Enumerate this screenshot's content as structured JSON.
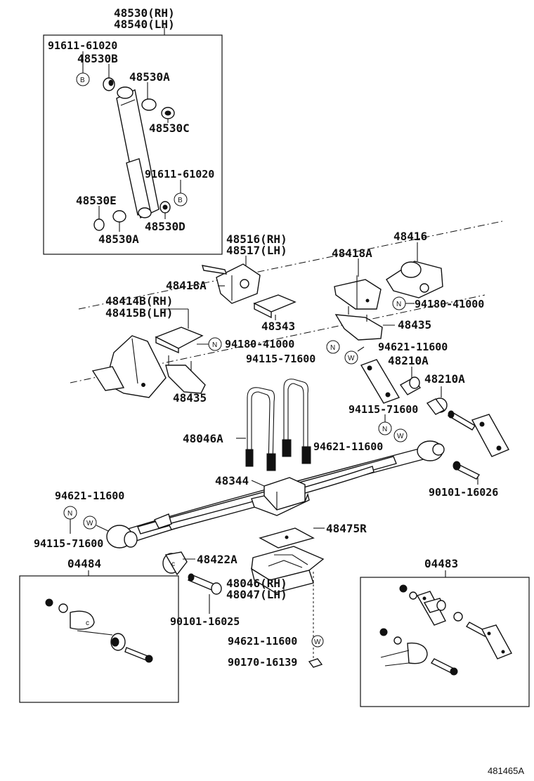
{
  "labels": {
    "p48530_rh": "48530(RH)",
    "p48540_lh": "48540(LH)",
    "p91611_top": "91611-61020",
    "p48530b": "48530B",
    "p48530a_top": "48530A",
    "p48530c": "48530C",
    "p91611_mid": "91611-61020",
    "p48530e": "48530E",
    "p48530d": "48530D",
    "p48530a_bot": "48530A",
    "p48516_rh": "48516(RH)",
    "p48517_lh": "48517(LH)",
    "p48416": "48416",
    "p48418a_right": "48418A",
    "p48418a_left": "48418A",
    "p94180_right": "94180-41000",
    "p48414b_rh": "48414B(RH)",
    "p48415b_lh": "48415B(LH)",
    "p48343": "48343",
    "p48435_right": "48435",
    "p94180_mid": "94180-41000",
    "p94621_mid": "94621-11600",
    "p94115_mid": "94115-71600",
    "p48210a_top": "48210A",
    "p48210a_right": "48210A",
    "p48435_left": "48435",
    "p94115_right": "94115-71600",
    "p48046a": "48046A",
    "p94621_right": "94621-11600",
    "p48344": "48344",
    "p90101_16026": "90101-16026",
    "p94621_left": "94621-11600",
    "p94115_left": "94115-71600",
    "p48475r": "48475R",
    "p04484": "04484",
    "p48422a": "48422A",
    "p04483": "04483",
    "p48046_rh": "48046(RH)",
    "p48047_lh": "48047(LH)",
    "p90101_16025": "90101-16025",
    "p94621_bot": "94621-11600",
    "p90170": "90170-16139",
    "figure_ref": "481465A"
  },
  "symbols": {
    "b": "B",
    "n": "N",
    "w": "W",
    "c": "c"
  }
}
